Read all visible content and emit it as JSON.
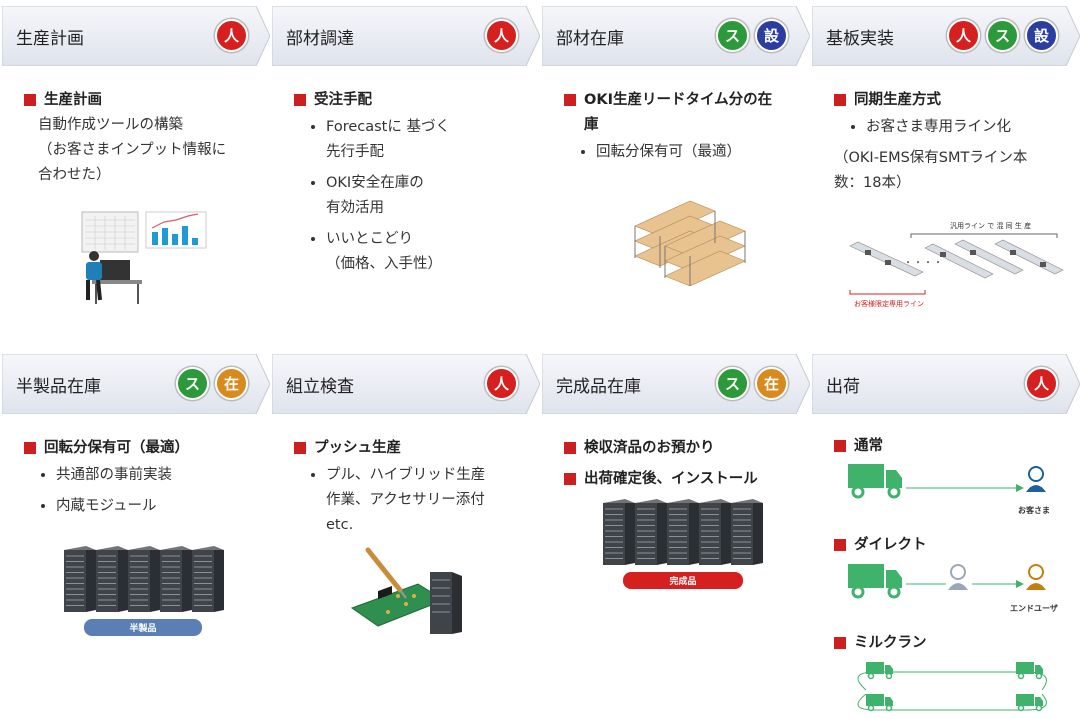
{
  "steps": [
    {
      "title": "生産計画",
      "badges": [
        "人"
      ],
      "heading": "生産計画",
      "para": "自動作成ツールの構築\n（お客さまインプット情報に\n合わせた）"
    },
    {
      "title": "部材調達",
      "badges": [
        "人"
      ],
      "heading": "受注手配",
      "bullets": [
        "Forecastに 基づく\n先行手配",
        "OKI安全在庫の\n有効活用",
        "いいとこどり\n（価格、入手性）"
      ]
    },
    {
      "title": "部材在庫",
      "badges": [
        "ス",
        "設"
      ],
      "heading": "OKI生産リードタイム分の在\n庫",
      "bullets": [
        "回転分保有可（最適）"
      ]
    },
    {
      "title": "基板実装",
      "badges": [
        "人",
        "ス",
        "設"
      ],
      "heading": "同期生産方式",
      "bullets": [
        "お客さま専用ライン化"
      ],
      "para": "（OKI-EMS保有SMTライン本\n数：18本）",
      "line_top_label": "汎用ライン で 混 同 生 産",
      "line_bottom_label": "お客様限定専用ライン"
    },
    {
      "title": "半製品在庫",
      "badges": [
        "ス",
        "在"
      ],
      "heading": "回転分保有可（最適）",
      "bullets": [
        "共通部の事前実装",
        "内蔵モジュール"
      ],
      "pill": "半製品"
    },
    {
      "title": "組立検査",
      "badges": [
        "人"
      ],
      "heading": "プッシュ生産",
      "bullets": [
        "プル、ハイブリッド生産\n作業、アクセサリー添付\netc."
      ]
    },
    {
      "title": "完成品在庫",
      "badges": [
        "ス",
        "在"
      ],
      "heading": "検収済品のお預かり",
      "heading2": "出荷確定後、インストール",
      "pill": "完成品"
    },
    {
      "title": "出荷",
      "badges": [
        "人"
      ],
      "ship": [
        {
          "label": "通常",
          "dest": "お客さま"
        },
        {
          "label": "ダイレクト",
          "dest": "エンドユーザ"
        },
        {
          "label": "ミルクラン"
        }
      ]
    }
  ],
  "colors": {
    "red": "#d6201f",
    "green": "#2c9a3a",
    "blue": "#2b3da0",
    "orange": "#d88a1c",
    "bullet_square": "#cc1f1f",
    "truck": "#3fb36b",
    "pill_blue": "#5b7fb4",
    "pill_red": "#d62020"
  }
}
